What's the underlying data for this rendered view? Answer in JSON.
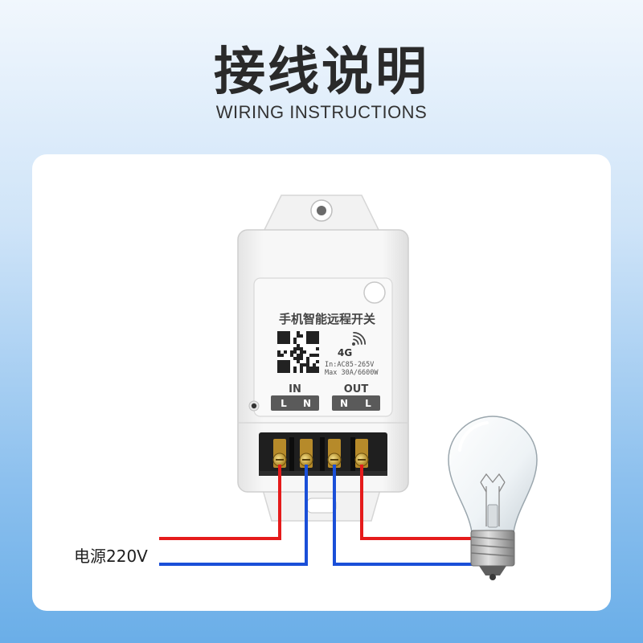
{
  "header": {
    "title": "接线说明",
    "subtitle": "WIRING INSTRUCTIONS"
  },
  "device": {
    "name": "手机智能远程开关",
    "network": "4G",
    "input_spec": "In:AC85-265V",
    "max_spec": "Max 30A/6600W",
    "in_label": "IN",
    "out_label": "OUT",
    "in_terminals": [
      "L",
      "N"
    ],
    "out_terminals": [
      "N",
      "L"
    ]
  },
  "wiring": {
    "power_label": "电源220V"
  },
  "colors": {
    "live_wire": "#e51b1b",
    "neutral_wire": "#1a4fd8",
    "card_background": "#ffffff",
    "label_plate": "#5a5a5a"
  },
  "icons": [
    "signal-icon",
    "qr-code-icon",
    "light-bulb-icon",
    "indicator-led-icon"
  ]
}
